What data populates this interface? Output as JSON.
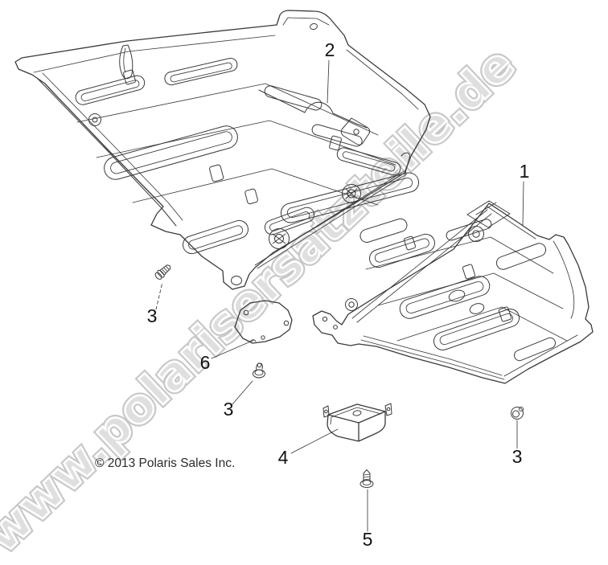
{
  "diagram": {
    "watermark": "www.polarisersatzteile.de",
    "copyright": "© 2013 Polaris Sales Inc.",
    "callouts": {
      "one": "1",
      "two": "2",
      "three_a": "3",
      "three_b": "3",
      "three_c": "3",
      "four": "4",
      "five": "5",
      "six": "6"
    },
    "colors": {
      "line": "#3a3a3a",
      "watermark_fill": "#dfdfdf",
      "watermark_outline": "#c8c8c8",
      "background": "#ffffff"
    }
  }
}
